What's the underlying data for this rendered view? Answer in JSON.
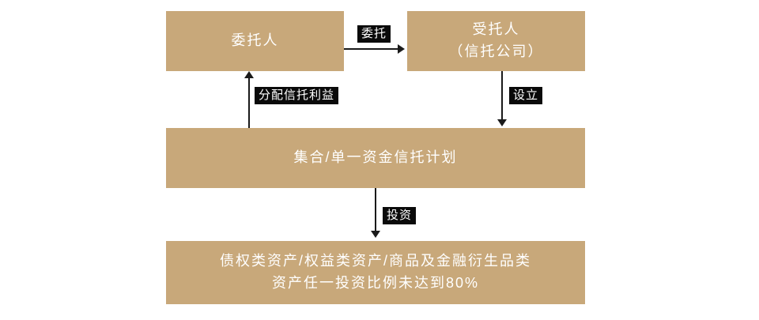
{
  "diagram": {
    "nodes": {
      "principal": {
        "label": "委托人"
      },
      "trustee": {
        "line1": "受托人",
        "line2": "（信托公司）"
      },
      "trust_plan": {
        "label": "集合/单一资金信托计划"
      },
      "assets": {
        "line1": "债权类资产/权益类资产/商品及金融衍生品类",
        "line2": "资产任一投资比例未达到80%"
      }
    },
    "edges": {
      "entrust": {
        "label": "委托",
        "from": "principal",
        "to": "trustee"
      },
      "distribute_benefits": {
        "label": "分配信托利益",
        "from": "trust_plan",
        "to": "principal"
      },
      "establish": {
        "label": "设立",
        "from": "trustee",
        "to": "trust_plan"
      },
      "invest": {
        "label": "投资",
        "from": "trust_plan",
        "to": "assets"
      }
    },
    "colors": {
      "background": "#ffffff",
      "node_bg": "#c8a87a",
      "node_text": "#ffffff",
      "edge_label_bg": "#0a0a0a",
      "edge_label_text": "#ffffff",
      "arrow": "#1a1a1a"
    }
  }
}
